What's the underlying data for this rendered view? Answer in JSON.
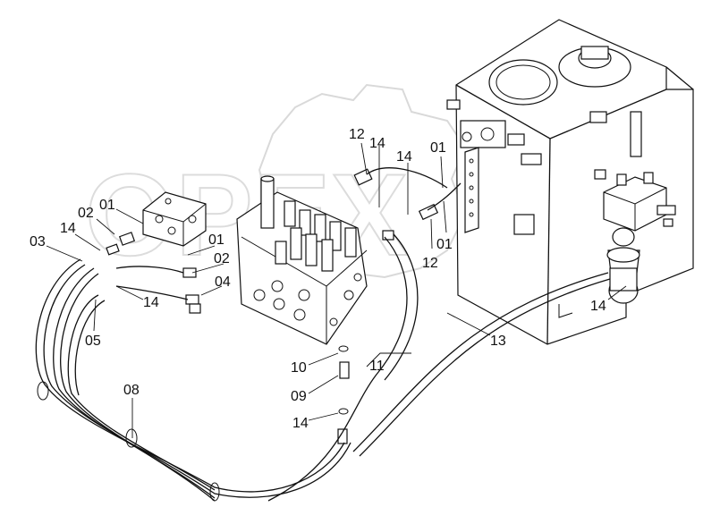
{
  "diagram": {
    "watermark_text": "OPEX",
    "callouts": [
      {
        "id": "c-12-top",
        "text": "12"
      },
      {
        "id": "c-14-top-left",
        "text": "14"
      },
      {
        "id": "c-14-top-mid",
        "text": "14"
      },
      {
        "id": "c-01-top-right",
        "text": "01"
      },
      {
        "id": "c-01-left",
        "text": "01"
      },
      {
        "id": "c-02-left",
        "text": "02"
      },
      {
        "id": "c-14-left",
        "text": "14"
      },
      {
        "id": "c-03",
        "text": "03"
      },
      {
        "id": "c-01-mid",
        "text": "01"
      },
      {
        "id": "c-02-mid",
        "text": "02"
      },
      {
        "id": "c-04",
        "text": "04"
      },
      {
        "id": "c-14-lower-left",
        "text": "14"
      },
      {
        "id": "c-05",
        "text": "05"
      },
      {
        "id": "c-12-mid",
        "text": "12"
      },
      {
        "id": "c-01-right",
        "text": "01"
      },
      {
        "id": "c-14-right",
        "text": "14"
      },
      {
        "id": "c-13",
        "text": "13"
      },
      {
        "id": "c-11",
        "text": "11"
      },
      {
        "id": "c-10",
        "text": "10"
      },
      {
        "id": "c-09",
        "text": "09"
      },
      {
        "id": "c-08",
        "text": "08"
      },
      {
        "id": "c-14-bottom",
        "text": "14"
      }
    ]
  }
}
